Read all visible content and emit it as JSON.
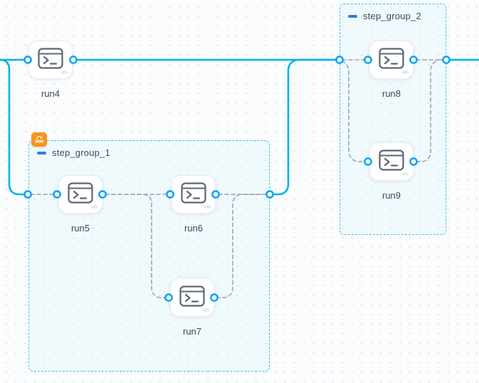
{
  "canvas": {
    "colors": {
      "flow_edge": "#00b3e6",
      "dependency_edge": "#a6aebc",
      "port_ring": "#12a6ec",
      "group_border": "#3cc5ec",
      "group_badge_orange": "#f7941e",
      "collapse_blue": "#2d7de1",
      "grid_dot": "#d7dce6"
    },
    "nodes": [
      {
        "id": "run4",
        "label": "run4",
        "icon": "terminal-icon",
        "code_badge": "</>"
      },
      {
        "id": "run5",
        "label": "run5",
        "icon": "terminal-icon",
        "code_badge": "</>"
      },
      {
        "id": "run6",
        "label": "run6",
        "icon": "terminal-icon",
        "code_badge": "</>"
      },
      {
        "id": "run7",
        "label": "run7",
        "icon": "terminal-icon",
        "code_badge": "</>"
      },
      {
        "id": "run8",
        "label": "run8",
        "icon": "terminal-icon",
        "code_badge": "</>"
      },
      {
        "id": "run9",
        "label": "run9",
        "icon": "terminal-icon",
        "code_badge": "</>"
      }
    ],
    "groups": [
      {
        "id": "step_group_1",
        "label": "step_group_1",
        "badge_icon": "loop-tasks-icon",
        "collapse_icon": "minus"
      },
      {
        "id": "step_group_2",
        "label": "step_group_2",
        "collapse_icon": "minus"
      }
    ]
  }
}
